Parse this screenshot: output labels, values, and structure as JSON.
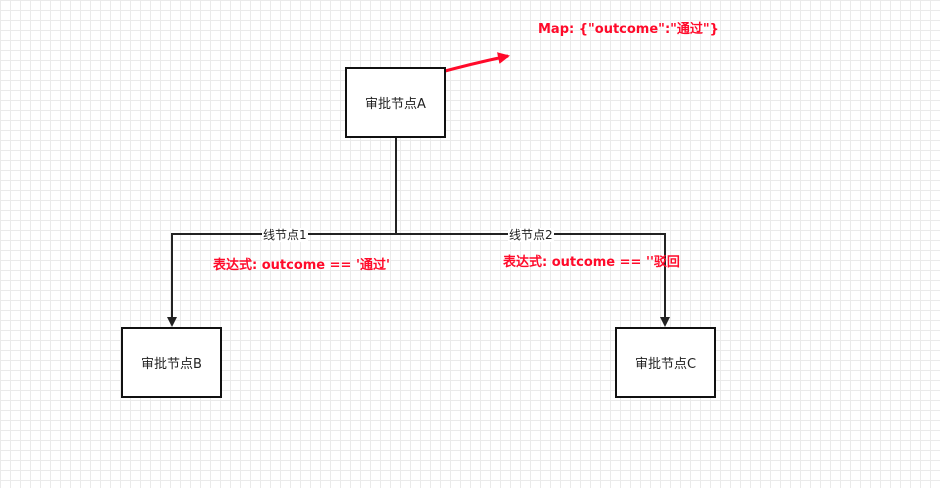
{
  "nodes": {
    "a": "审批节点A",
    "b": "审批节点B",
    "c": "审批节点C"
  },
  "edges": {
    "line1": "线节点1",
    "line2": "线节点2"
  },
  "annotations": {
    "map": "Map: {\"outcome\":\"通过\"}",
    "condition1": "表达式: outcome == '通过'",
    "condition2": "表达式: outcome == ''驳回"
  },
  "colors": {
    "annotation": "#ff0a2a",
    "line": "#222222",
    "grid": "#eaeaea"
  }
}
